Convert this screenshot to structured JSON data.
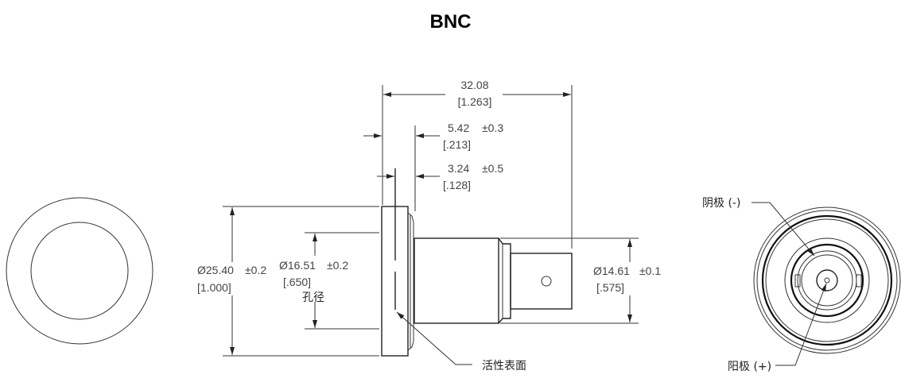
{
  "title": "BNC",
  "dimensions": {
    "overall_length": {
      "mm": "32.08",
      "inch": "[1.263]"
    },
    "flange_to_shoulder": {
      "mm": "5.42",
      "tol": "±0.3",
      "inch": "[.213]"
    },
    "surface_to_shoulder": {
      "mm": "3.24",
      "tol": "±0.5",
      "inch": "[.128]"
    },
    "flange_diameter": {
      "mm": "Ø25.40",
      "tol": "±0.2",
      "inch": "[1.000]"
    },
    "bore_diameter": {
      "mm": "Ø16.51",
      "tol": "±0.2",
      "inch": "[.650]",
      "label": "孔径"
    },
    "body_diameter": {
      "mm": "Ø14.61",
      "tol": "±0.1",
      "inch": "[.575]"
    }
  },
  "labels": {
    "active_surface": "活性表面",
    "cathode": "阴极 (-)",
    "anode": "阳极 (+)"
  }
}
